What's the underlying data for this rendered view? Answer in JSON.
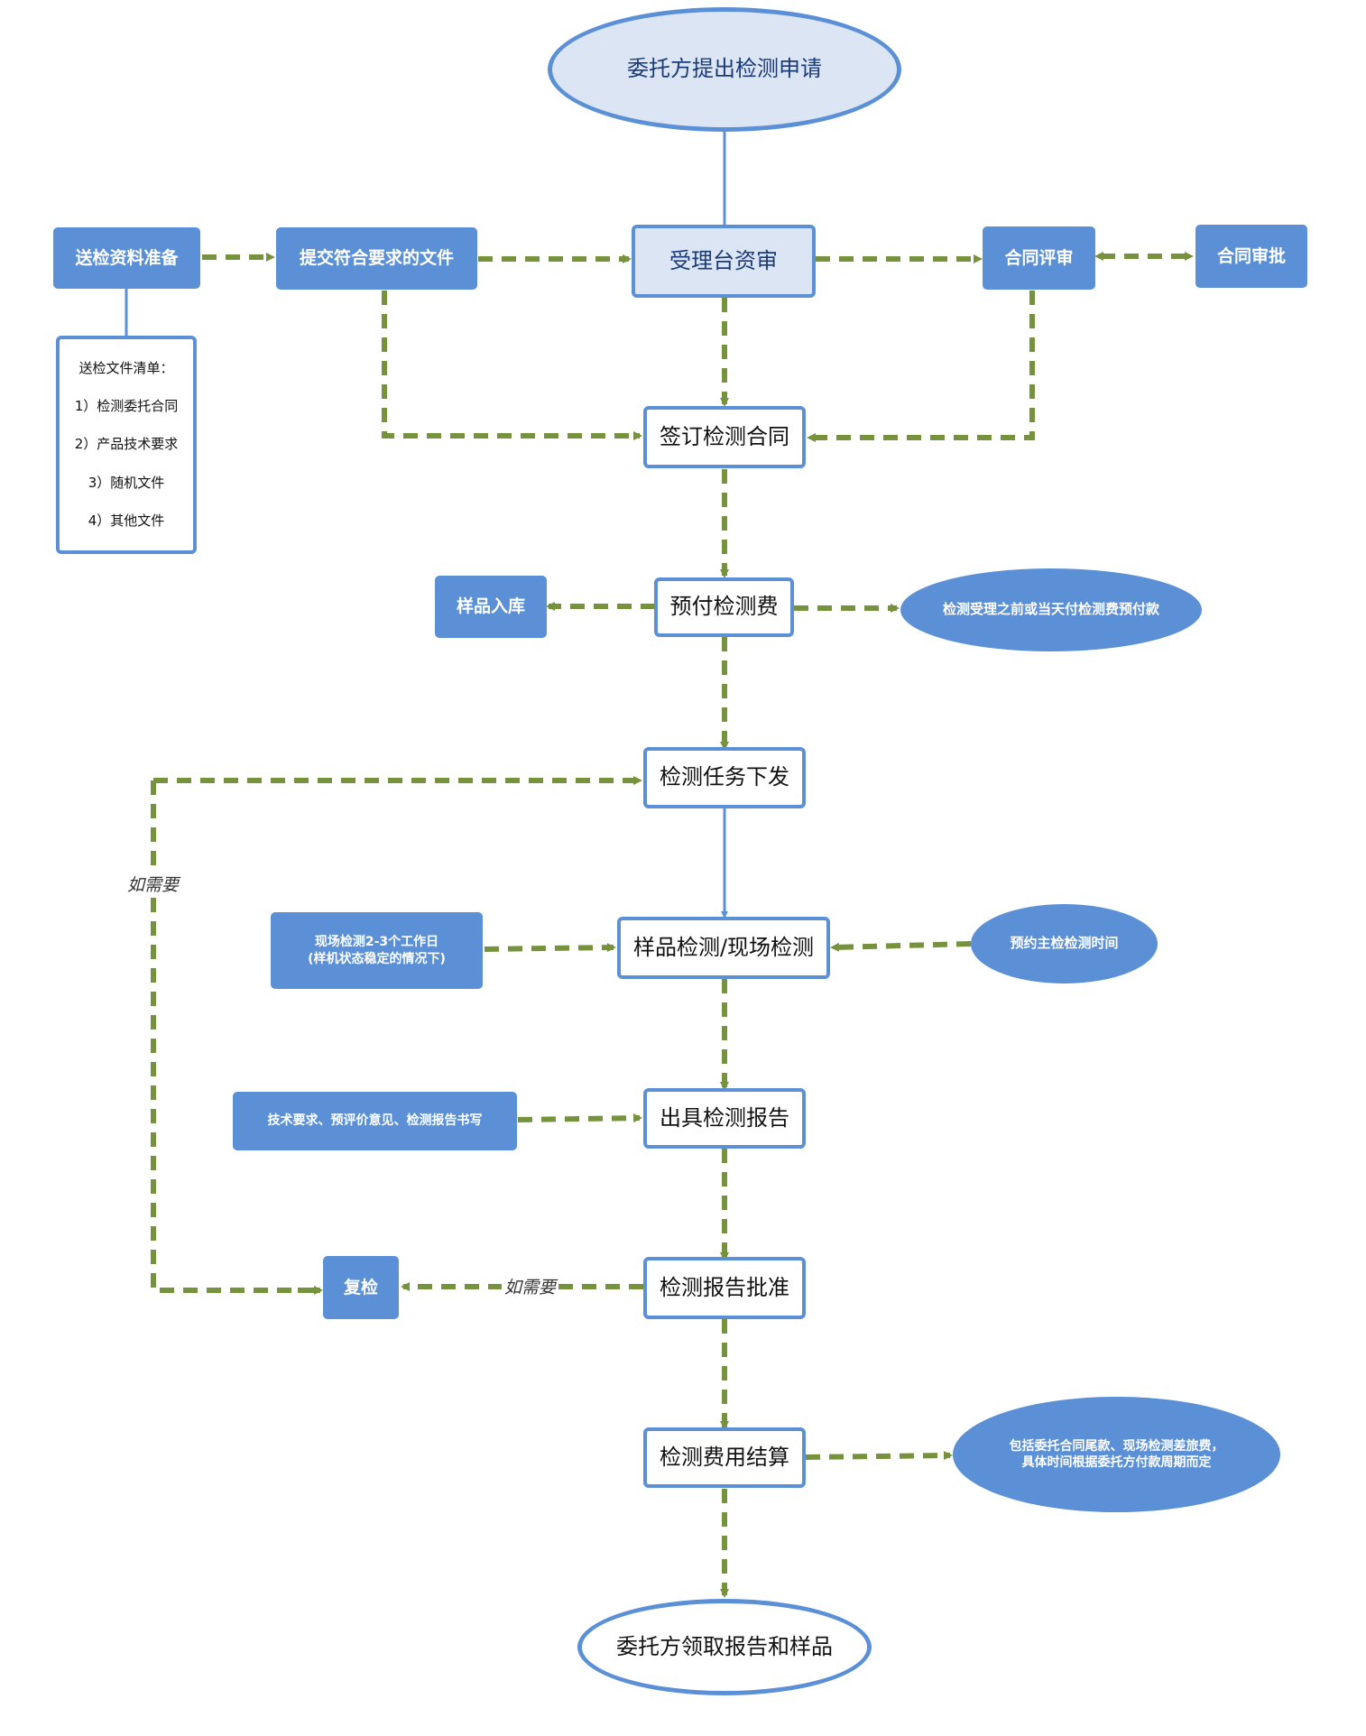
{
  "nodes": {
    "start": "委托方提出检测申请",
    "prep": "送检资料准备",
    "submit": "提交符合要求的文件",
    "review": "受理台资审",
    "contract_review": "合同评审",
    "contract_approve": "合同审批",
    "sign": "签订检测合同",
    "prepay": "预付检测费",
    "storage": "样品入库",
    "prepay_note": "检测受理之前或当天付检测费预付款",
    "dispatch": "检测任务下发",
    "inspect": "样品检测/现场检测",
    "onsite_note_1": "现场检测2-3个工作日",
    "onsite_note_2": "(样机状态稳定的情况下)",
    "schedule_note": "预约主检检测时间",
    "report": "出具检测报告",
    "report_note": "技术要求、预评价意见、检测报告书写",
    "approve": "检测报告批准",
    "recheck": "复检",
    "settle": "检测费用结算",
    "settle_note_1": "包括委托合同尾款、现场检测差旅费，",
    "settle_note_2": "具体时间根据委托方付款周期而定",
    "end": "委托方领取报告和样品"
  },
  "checklist": {
    "title": "送检文件清单：",
    "items": [
      "1）检测委托合同",
      "2）产品技术要求",
      "3）随机文件",
      "4）其他文件"
    ]
  },
  "labels": {
    "if_needed_left": "如需要",
    "if_needed_mid": "如需要"
  },
  "colors": {
    "node_blue": "#5b8fd6",
    "node_light": "#dbe5f3",
    "arrow_green": "#76923c",
    "line_blue": "#5b8fd6"
  }
}
